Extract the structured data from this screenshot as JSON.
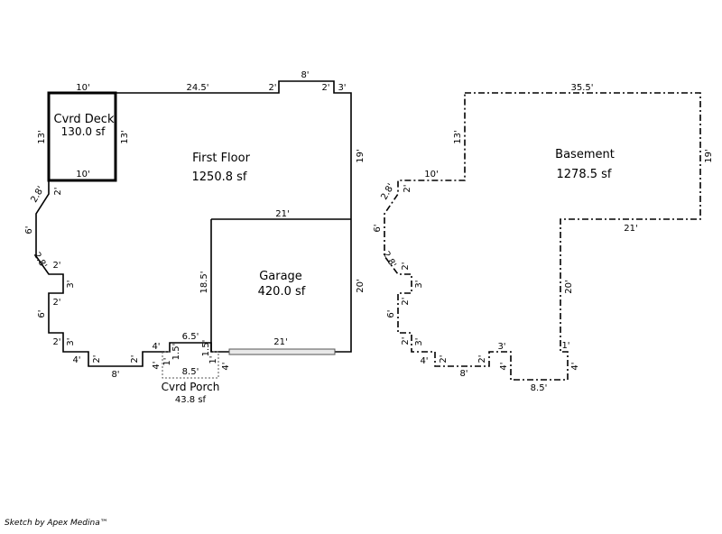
{
  "rooms": {
    "first_floor": {
      "name": "First Floor",
      "area": "1250.8 sf"
    },
    "cvrd_deck": {
      "name": "Cvrd Deck",
      "area": "130.0 sf"
    },
    "garage": {
      "name": "Garage",
      "area": "420.0 sf"
    },
    "cvrd_porch": {
      "name": "Cvrd Porch",
      "area": "43.8 sf"
    },
    "basement": {
      "name": "Basement",
      "area": "1278.5 sf"
    }
  },
  "dimensions": {
    "first_floor": {
      "top_deck": "10'",
      "top_main": "24.5'",
      "top_step_left": "2'",
      "top_bump": "8'",
      "top_step_right": "2'",
      "top_right": "3'",
      "right": "19'",
      "deck_left": "13'",
      "deck_right": "13'",
      "deck_bottom": "10'",
      "left_2a": "2'",
      "left_diag_a": "2.8'",
      "left_6a": "6'",
      "left_diag_b": "2.8'",
      "left_2b": "2'",
      "left_3a": "3'",
      "left_2c": "2'",
      "left_6b": "6'",
      "left_2d": "2'",
      "left_3b": "3'",
      "bottom_4a": "4'",
      "bottom_2a": "2'",
      "bottom_8": "8'",
      "bottom_2b": "2'",
      "bottom_4b": "4'",
      "bottom_65": "6.5'",
      "porch_1a": "1'",
      "porch_15a": "1.5'",
      "porch_4a": "4'",
      "porch_85": "8.5'",
      "porch_15b": "1.5'",
      "porch_1b": "1'",
      "porch_4b": "4'"
    },
    "garage": {
      "top": "21'",
      "left": "18.5'",
      "right": "20'",
      "bottom": "21'"
    },
    "basement": {
      "top": "35.5'",
      "right": "19'",
      "inner": "21'",
      "left_top": "13'",
      "step": "10'",
      "left_2a": "2'",
      "left_diag_a": "2.8'",
      "left_6a": "6'",
      "left_diag_b": "2.8'",
      "left_2b": "2'",
      "left_3a": "3'",
      "left_2c": "2'",
      "left_6b": "6'",
      "left_2d": "2'",
      "left_3b": "3'",
      "bottom_4a": "4'",
      "bottom_2a": "2'",
      "bottom_8": "8'",
      "bottom_2b": "2'",
      "bottom_4b": "4'",
      "bottom_3": "3'",
      "bottom_85": "8.5'",
      "right_20": "20'",
      "right_1": "1'",
      "right_4": "4'"
    }
  },
  "credit": "Sketch by Apex Medina™"
}
